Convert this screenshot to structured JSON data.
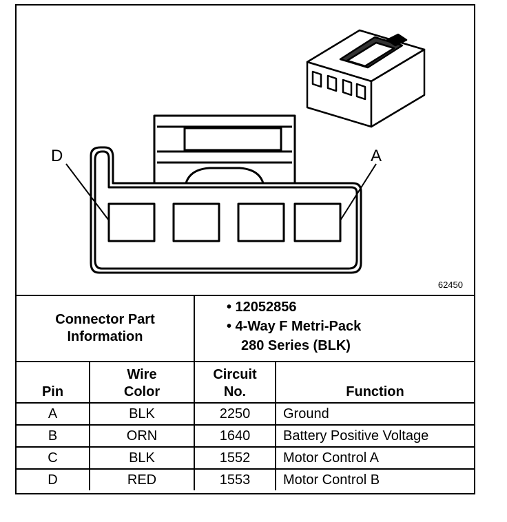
{
  "diagram": {
    "figure_id": "62450",
    "label_d": "D",
    "label_a": "A"
  },
  "connector_info": {
    "heading_line1": "Connector Part",
    "heading_line2": "Information",
    "part_number": "• 12052856",
    "description_line1": "• 4-Way F Metri-Pack",
    "description_line2": "280 Series (BLK)"
  },
  "table": {
    "headers": {
      "pin": "Pin",
      "wire_color_line1": "Wire",
      "wire_color_line2": "Color",
      "circuit_line1": "Circuit",
      "circuit_line2": "No.",
      "function": "Function"
    },
    "rows": [
      {
        "pin": "A",
        "wire_color": "BLK",
        "circuit": "2250",
        "function": "Ground"
      },
      {
        "pin": "B",
        "wire_color": "ORN",
        "circuit": "1640",
        "function": "Battery Positive Voltage"
      },
      {
        "pin": "C",
        "wire_color": "BLK",
        "circuit": "1552",
        "function": "Motor Control A"
      },
      {
        "pin": "D",
        "wire_color": "RED",
        "circuit": "1553",
        "function": "Motor Control B"
      }
    ]
  }
}
